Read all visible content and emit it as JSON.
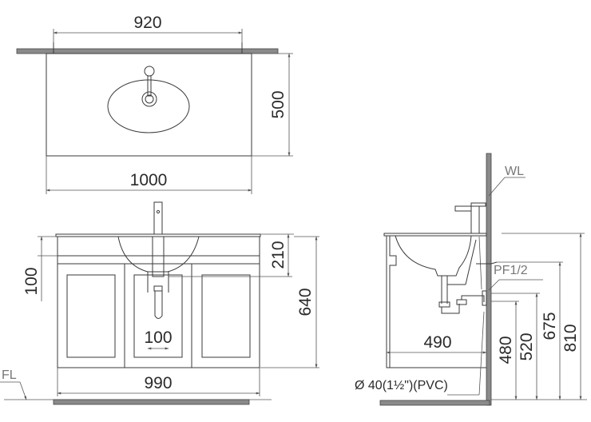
{
  "top_view": {
    "dim_mount_spacing": "920",
    "dim_depth": "500",
    "dim_width": "1000"
  },
  "front_view": {
    "dim_basin_depth_left": "100",
    "dim_basin_height": "210",
    "dim_cabinet_height": "640",
    "dim_drain_spacing": "100",
    "dim_cabinet_width": "990",
    "floor_label": "FL"
  },
  "side_view": {
    "wall_label": "WL",
    "supply_label": "PF1/2",
    "dim_depth": "490",
    "drain_label": "Ø 40(1½\")(PVC)",
    "dim_h1": "480",
    "dim_h2": "520",
    "dim_h3": "675",
    "dim_h4": "810"
  },
  "colors": {
    "line": "#3a3a3a",
    "wall_fill": "#8a8a8a",
    "background": "#ffffff"
  }
}
